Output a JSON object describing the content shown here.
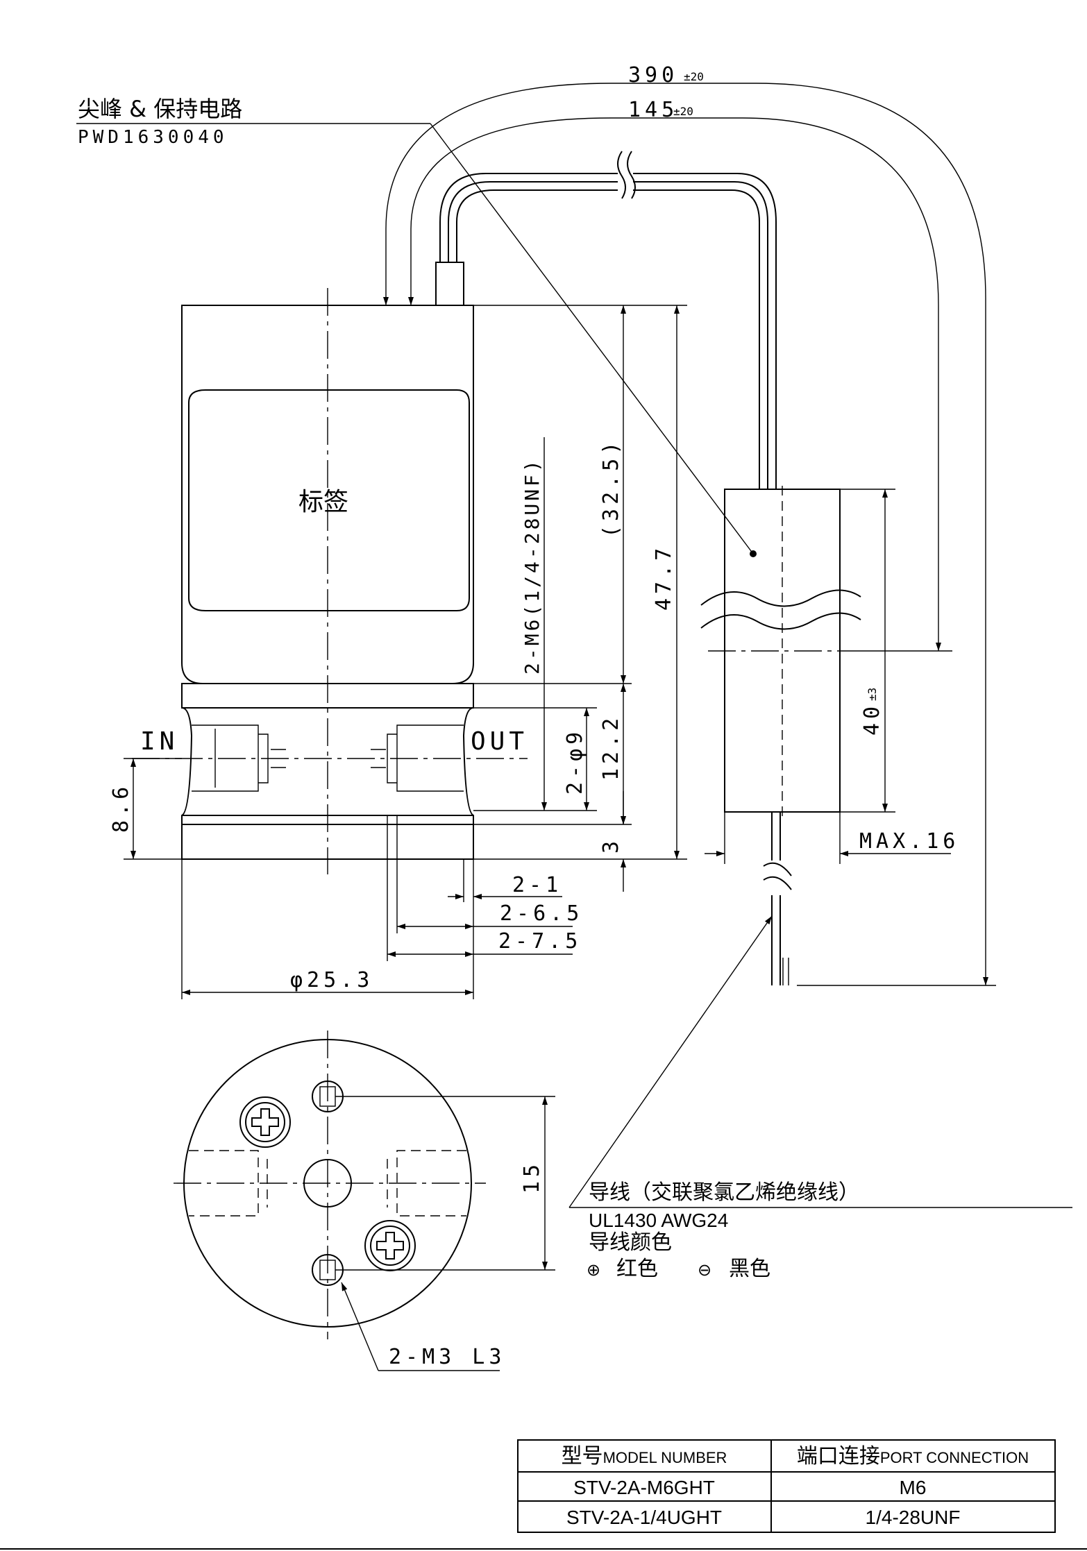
{
  "title_cn": "尖峰 & 保持电路",
  "part_no": "PWD1630040",
  "label_text": "标签",
  "dims": {
    "d390": "390",
    "d390_tol": "±20",
    "d145": "145",
    "d145_tol": "±20",
    "d40": "40",
    "d40_tol": "±3",
    "thread": "2-M6(1/4-28UNF)",
    "d32_5": "(32.5)",
    "d47_7": "47.7",
    "d12_2": "12.2",
    "d2_phi9": "2-φ9",
    "d3": "3",
    "d8_6": "8.6",
    "max16": "MAX.16",
    "d2_1": "2-1",
    "d2_6_5": "2-6.5",
    "d2_7_5": "2-7.5",
    "phi25_3": "φ25.3",
    "d15": "15",
    "m3": "2-M3 L3"
  },
  "ports": {
    "in": "IN",
    "out": "OUT"
  },
  "wire_note": {
    "line1": "导线（交联聚氯乙烯绝缘线）",
    "line2": "UL1430 AWG24",
    "line3": "导线颜色",
    "plus_symbol": "⊕",
    "plus": "红色",
    "minus_symbol": "⊖",
    "minus": "黑色"
  },
  "table": {
    "head_model_cn": "型号",
    "head_model_en": "MODEL NUMBER",
    "head_port_cn": "端口连接",
    "head_port_en": "PORT CONNECTION",
    "rows": [
      {
        "model": "STV-2A-M6GHT",
        "port": "M6"
      },
      {
        "model": "STV-2A-1/4UGHT",
        "port": "1/4-28UNF"
      }
    ]
  }
}
